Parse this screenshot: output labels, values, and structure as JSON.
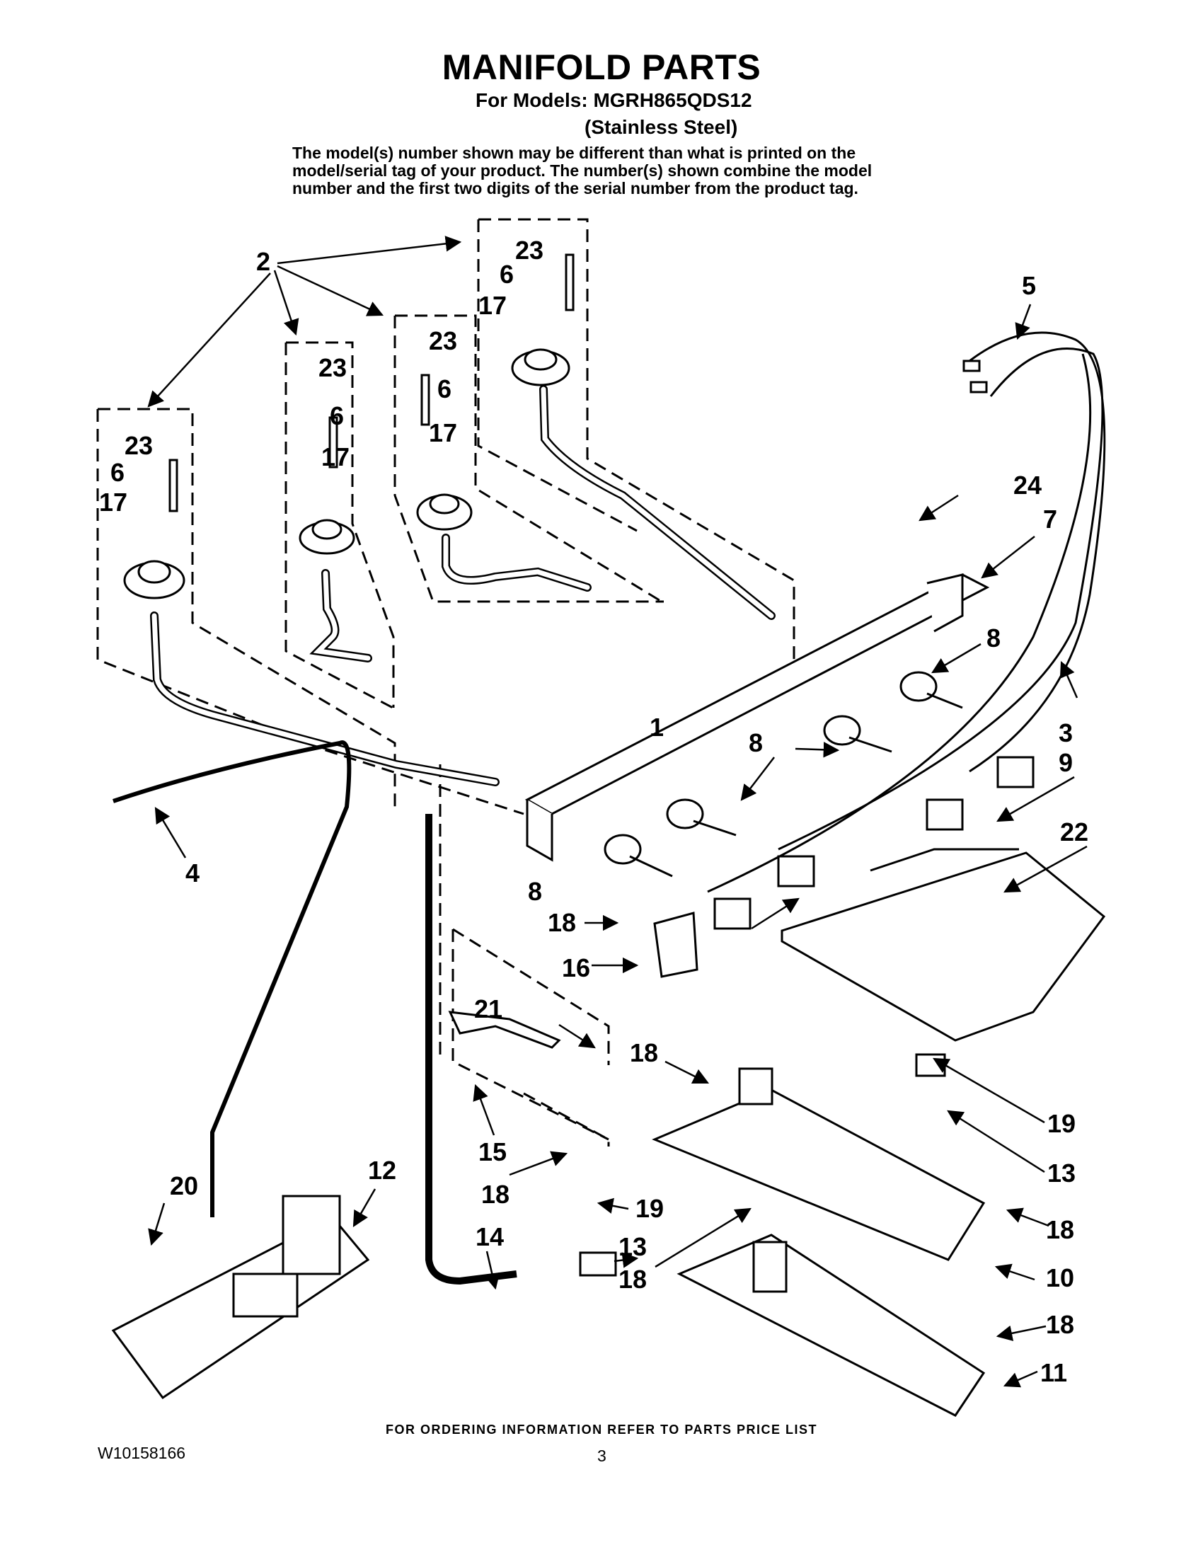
{
  "header": {
    "title": "MANIFOLD PARTS",
    "models": "For Models: MGRH865QDS12",
    "finish": "(Stainless Steel)",
    "note": "The model(s) number shown may be different than what is printed on the model/serial tag of your product. The number(s) shown combine the model number and the first two digits of the serial number from the product tag."
  },
  "footer": {
    "ordering": "FOR ORDERING INFORMATION REFER TO PARTS PRICE LIST",
    "doc_number": "W10158166",
    "page": "3"
  },
  "callouts": [
    {
      "id": "c-2",
      "text": "2"
    },
    {
      "id": "c-23a",
      "text": "23"
    },
    {
      "id": "c-6a",
      "text": "6"
    },
    {
      "id": "c-17a",
      "text": "17"
    },
    {
      "id": "c-23b",
      "text": "23"
    },
    {
      "id": "c-6b",
      "text": "6"
    },
    {
      "id": "c-17b",
      "text": "17"
    },
    {
      "id": "c-23c",
      "text": "23"
    },
    {
      "id": "c-6c",
      "text": "6"
    },
    {
      "id": "c-17c",
      "text": "17"
    },
    {
      "id": "c-23d",
      "text": "23"
    },
    {
      "id": "c-6d",
      "text": "6"
    },
    {
      "id": "c-17d",
      "text": "17"
    },
    {
      "id": "c-5",
      "text": "5"
    },
    {
      "id": "c-24",
      "text": "24"
    },
    {
      "id": "c-7",
      "text": "7"
    },
    {
      "id": "c-8a",
      "text": "8"
    },
    {
      "id": "c-1",
      "text": "1"
    },
    {
      "id": "c-3",
      "text": "3"
    },
    {
      "id": "c-8b",
      "text": "8"
    },
    {
      "id": "c-9",
      "text": "9"
    },
    {
      "id": "c-22",
      "text": "22"
    },
    {
      "id": "c-4",
      "text": "4"
    },
    {
      "id": "c-8c",
      "text": "8"
    },
    {
      "id": "c-18a",
      "text": "18"
    },
    {
      "id": "c-16",
      "text": "16"
    },
    {
      "id": "c-21",
      "text": "21"
    },
    {
      "id": "c-18b",
      "text": "18"
    },
    {
      "id": "c-19a",
      "text": "19"
    },
    {
      "id": "c-13a",
      "text": "13"
    },
    {
      "id": "c-15",
      "text": "15"
    },
    {
      "id": "c-18c",
      "text": "18"
    },
    {
      "id": "c-20",
      "text": "20"
    },
    {
      "id": "c-12",
      "text": "12"
    },
    {
      "id": "c-19b",
      "text": "19"
    },
    {
      "id": "c-14",
      "text": "14"
    },
    {
      "id": "c-13b",
      "text": "13"
    },
    {
      "id": "c-18d",
      "text": "18"
    },
    {
      "id": "c-18e",
      "text": "18"
    },
    {
      "id": "c-10",
      "text": "10"
    },
    {
      "id": "c-18f",
      "text": "18"
    },
    {
      "id": "c-11",
      "text": "11"
    }
  ]
}
